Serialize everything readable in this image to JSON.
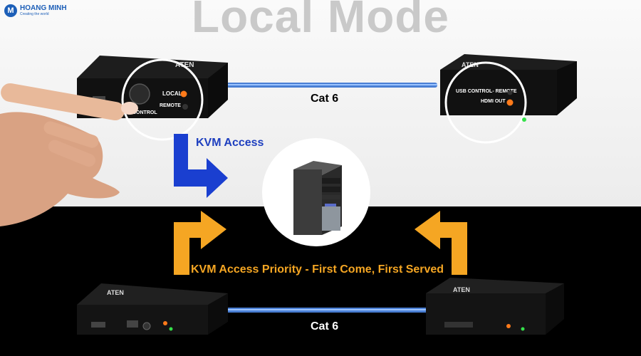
{
  "title": "Local Mode",
  "brand": {
    "name": "HOANG MINH",
    "tagline": "Creating the world",
    "badge": "M"
  },
  "cables": {
    "top": "Cat 6",
    "bottom": "Cat 6"
  },
  "arrows": {
    "blue_label": "KVM Access",
    "orange_label": "KVM Access Priority - First Come, First Served"
  },
  "devices": {
    "top_left": {
      "brand": "ATEN",
      "local": "LOCAL",
      "remote": "REMOTE",
      "control": "CONTROL"
    },
    "top_right": {
      "brand": "ATEN",
      "usb_control": "USB CONTROL- REMOTE",
      "hdmi_out": "HDMI OUT"
    },
    "bottom_left": {
      "brand": "ATEN"
    },
    "bottom_right": {
      "brand": "ATEN"
    }
  },
  "colors": {
    "cable": "#4a7fd4",
    "blue_arrow": "#1a3fd0",
    "orange_arrow": "#f5a623",
    "led_orange": "#ff7a1a",
    "led_green": "#35e04a"
  }
}
